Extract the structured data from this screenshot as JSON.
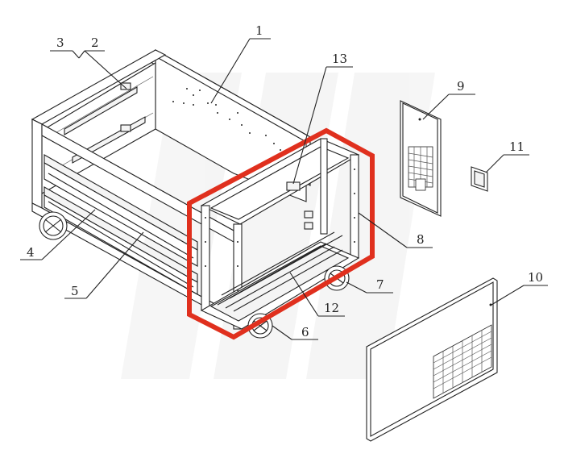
{
  "callouts": [
    {
      "id": "1",
      "label": "1"
    },
    {
      "id": "2",
      "label": "2"
    },
    {
      "id": "3",
      "label": "3"
    },
    {
      "id": "4",
      "label": "4"
    },
    {
      "id": "5",
      "label": "5"
    },
    {
      "id": "6",
      "label": "6"
    },
    {
      "id": "7",
      "label": "7"
    },
    {
      "id": "8",
      "label": "8"
    },
    {
      "id": "9",
      "label": "9"
    },
    {
      "id": "10",
      "label": "10"
    },
    {
      "id": "11",
      "label": "11"
    },
    {
      "id": "12",
      "label": "12"
    },
    {
      "id": "13",
      "label": "13"
    }
  ],
  "colors": {
    "line": "#222222",
    "highlight": "#e0301e",
    "watermark": "#eeeeee"
  }
}
